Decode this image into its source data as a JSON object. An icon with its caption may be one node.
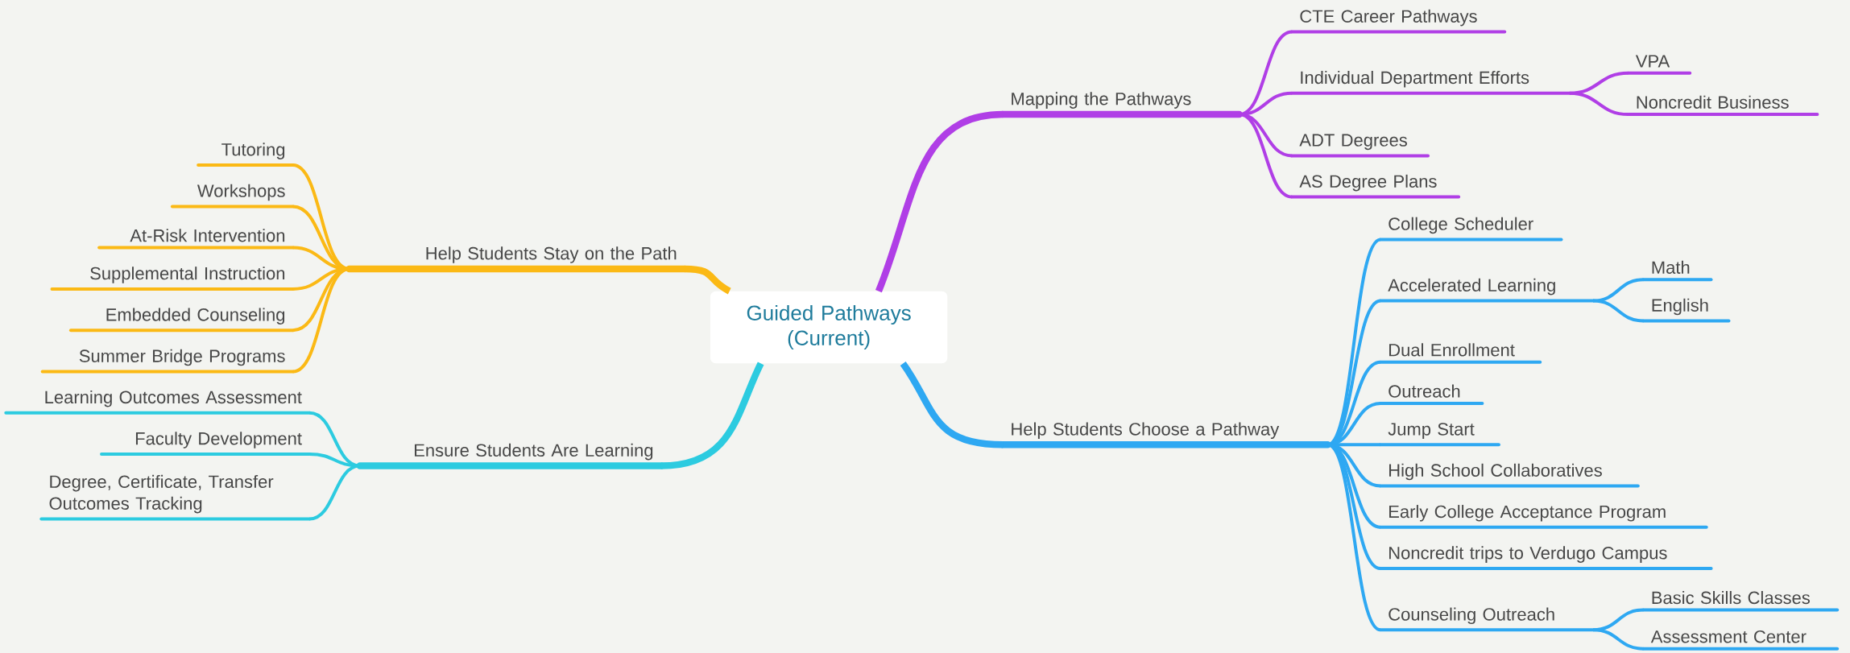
{
  "diagram": {
    "nodes": [
      {
        "text": [
          "Guided Pathways (Current)"
        ]
      },
      {
        "text": [
          "Mapping the Pathways"
        ]
      },
      {
        "text": [
          "CTE Career Pathways"
        ]
      },
      {
        "text": [
          "Individual Department Efforts"
        ]
      },
      {
        "text": [
          "VPA"
        ]
      },
      {
        "text": [
          "Noncredit Business"
        ]
      },
      {
        "text": [
          "ADT Degrees"
        ]
      },
      {
        "text": [
          "AS Degree Plans"
        ]
      },
      {
        "text": [
          "Help Students Choose a Pathway"
        ]
      },
      {
        "text": [
          "College Scheduler"
        ]
      },
      {
        "text": [
          "Accelerated Learning"
        ]
      },
      {
        "text": [
          "Math"
        ]
      },
      {
        "text": [
          "English"
        ]
      },
      {
        "text": [
          "Dual Enrollment"
        ]
      },
      {
        "text": [
          "Outreach"
        ]
      },
      {
        "text": [
          "Jump Start"
        ]
      },
      {
        "text": [
          "High School Collaboratives"
        ]
      },
      {
        "text": [
          "Early College Acceptance Program"
        ]
      },
      {
        "text": [
          "Noncredit trips to Verdugo Campus"
        ]
      },
      {
        "text": [
          "Counseling Outreach"
        ]
      },
      {
        "text": [
          "Basic Skills Classes"
        ]
      },
      {
        "text": [
          "Assessment Center"
        ]
      },
      {
        "text": [
          "Help Students Stay on the Path"
        ]
      },
      {
        "text": [
          "Tutoring"
        ]
      },
      {
        "text": [
          "Workshops"
        ]
      },
      {
        "text": [
          "At-Risk Intervention"
        ]
      },
      {
        "text": [
          "Supplemental Instruction"
        ]
      },
      {
        "text": [
          "Embedded Counseling"
        ]
      },
      {
        "text": [
          "Summer Bridge Programs"
        ]
      },
      {
        "text": [
          "Ensure Students Are Learning"
        ]
      },
      {
        "text": [
          "Learning Outcomes Assessment"
        ]
      },
      {
        "text": [
          "Faculty Development"
        ]
      },
      {
        "text": [
          "Degree, Certificate, Transfer Outcomes Tracking"
        ]
      }
    ],
    "edges": [
      {
        "from": 0,
        "to": 1,
        "arrow": "none",
        "style": "thick",
        "color": "#b03ee6"
      },
      {
        "from": 1,
        "to": 2,
        "arrow": "none",
        "color": "#b03ee6"
      },
      {
        "from": 1,
        "to": 3,
        "arrow": "none",
        "color": "#b03ee6"
      },
      {
        "from": 3,
        "to": 4,
        "arrow": "none",
        "color": "#b03ee6"
      },
      {
        "from": 3,
        "to": 5,
        "arrow": "none",
        "color": "#b03ee6"
      },
      {
        "from": 1,
        "to": 6,
        "arrow": "none",
        "color": "#b03ee6"
      },
      {
        "from": 1,
        "to": 7,
        "arrow": "none",
        "color": "#b03ee6"
      },
      {
        "from": 0,
        "to": 8,
        "arrow": "none",
        "style": "thick"
      },
      {
        "from": 8,
        "to": 9,
        "arrow": "none"
      },
      {
        "from": 8,
        "to": 10,
        "arrow": "none"
      },
      {
        "from": 10,
        "to": 11,
        "arrow": "none"
      },
      {
        "from": 10,
        "to": 12,
        "arrow": "none"
      },
      {
        "from": 8,
        "to": 13,
        "arrow": "none"
      },
      {
        "from": 8,
        "to": 14,
        "arrow": "none"
      },
      {
        "from": 8,
        "to": 15,
        "arrow": "none"
      },
      {
        "from": 8,
        "to": 16,
        "arrow": "none"
      },
      {
        "from": 8,
        "to": 17,
        "arrow": "none"
      },
      {
        "from": 8,
        "to": 18,
        "arrow": "none"
      },
      {
        "from": 8,
        "to": 19,
        "arrow": "none"
      },
      {
        "from": 19,
        "to": 20,
        "arrow": "none"
      },
      {
        "from": 19,
        "to": 21,
        "arrow": "none"
      },
      {
        "from": 0,
        "to": 22,
        "arrow": "none",
        "style": "thick",
        "color": "#fbb915"
      },
      {
        "from": 22,
        "to": 23,
        "arrow": "none",
        "color": "#fbb915"
      },
      {
        "from": 22,
        "to": 24,
        "arrow": "none",
        "color": "#fbb915"
      },
      {
        "from": 22,
        "to": 25,
        "arrow": "none",
        "color": "#fbb915"
      },
      {
        "from": 22,
        "to": 26,
        "arrow": "none",
        "color": "#fbb915"
      },
      {
        "from": 22,
        "to": 27,
        "arrow": "none",
        "color": "#fbb915"
      },
      {
        "from": 22,
        "to": 28,
        "arrow": "none",
        "color": "#fbb915"
      },
      {
        "from": 0,
        "to": 29,
        "arrow": "none",
        "style": "thick",
        "color": "#2ccbe0"
      },
      {
        "from": 29,
        "to": 30,
        "arrow": "none",
        "color": "#2ccbe0"
      },
      {
        "from": 29,
        "to": 31,
        "arrow": "none",
        "color": "#2ccbe0"
      },
      {
        "from": 29,
        "to": 32,
        "arrow": "none",
        "color": "#2ccbe0"
      }
    ]
  }
}
